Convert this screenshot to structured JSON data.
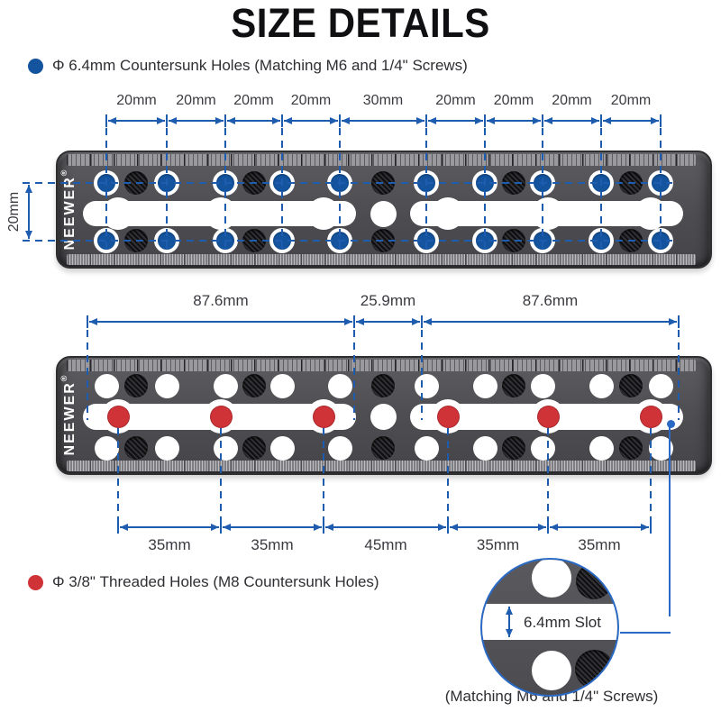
{
  "title": "SIZE DETAILS",
  "brand": {
    "name": "NEEWER",
    "reg": "®"
  },
  "colors": {
    "blue_accent": "#1d5cae",
    "hole_blue": "#14549f",
    "hole_red": "#cf3338",
    "plate_gray": "#4e4e52"
  },
  "legends": {
    "blue": {
      "label": "Φ 6.4mm Countersunk Holes (Matching M6 and 1/4\" Screws)"
    },
    "red": {
      "label": "Φ 3/8\" Threaded Holes (M8 Countersunk Holes)"
    }
  },
  "top_view": {
    "top_dimensions": [
      "20mm",
      "20mm",
      "20mm",
      "20mm",
      "30mm",
      "20mm",
      "20mm",
      "20mm",
      "20mm"
    ],
    "left_dimension": "20mm"
  },
  "bottom_view": {
    "top_dimensions": [
      "87.6mm",
      "25.9mm",
      "87.6mm"
    ],
    "bottom_dimensions": [
      "35mm",
      "35mm",
      "45mm",
      "35mm",
      "35mm"
    ]
  },
  "detail_view": {
    "slot_label": "6.4mm Slot",
    "caption": "(Matching M6 and 1/4\" Screws)"
  }
}
